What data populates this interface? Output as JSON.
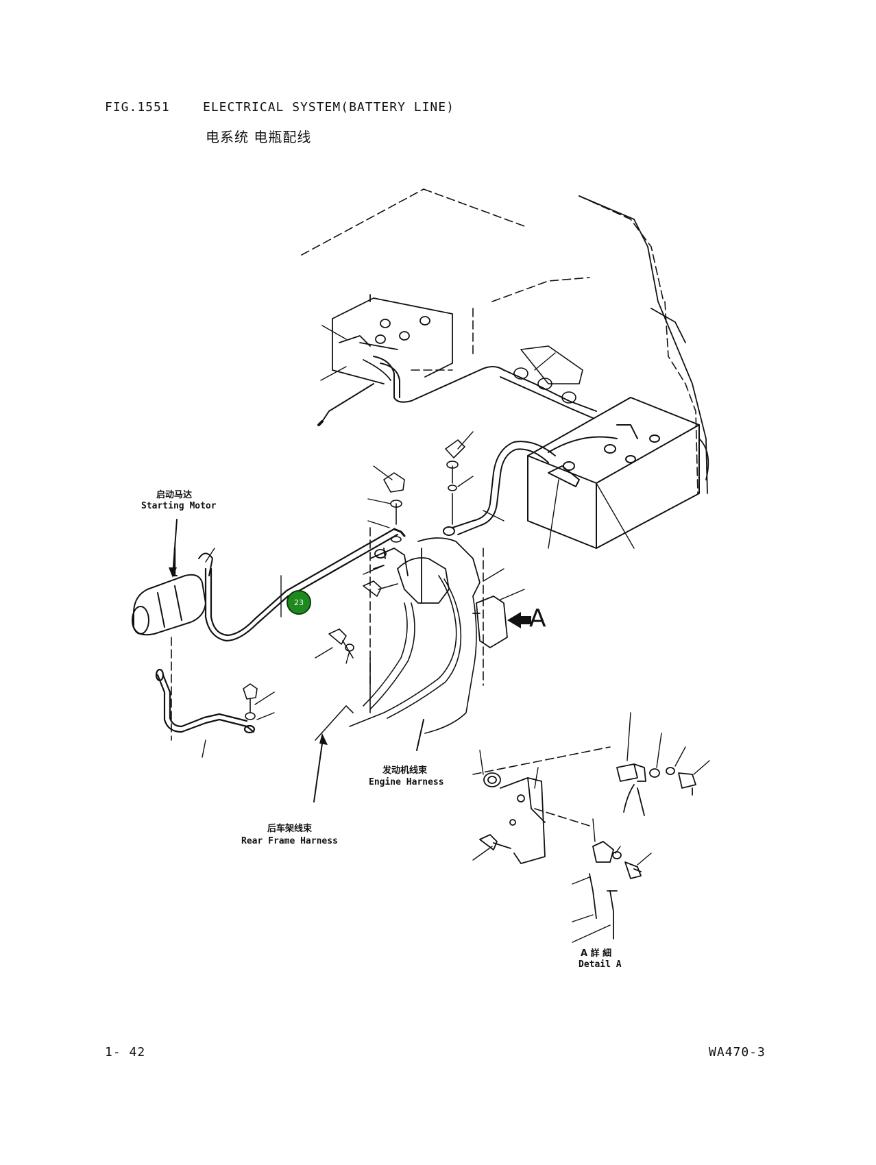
{
  "header": {
    "fig_number": "FIG.1551",
    "title_en": "ELECTRICAL SYSTEM(BATTERY LINE)",
    "title_cn": "电系统 电瓶配线"
  },
  "labels": {
    "starting_motor_cn": "启动马达",
    "starting_motor_en": "Starting Motor",
    "engine_harness_cn": "发动机线束",
    "engine_harness_en": "Engine Harness",
    "rear_frame_harness_cn": "后车架线束",
    "rear_frame_harness_en": "Rear Frame Harness",
    "detail_a_cn": "A 詳 細",
    "detail_a_en": "Detail A",
    "view_arrow": "A"
  },
  "hotspots": [
    {
      "number": "23"
    }
  ],
  "footer": {
    "page": "1- 42",
    "model": "WA470-3"
  }
}
